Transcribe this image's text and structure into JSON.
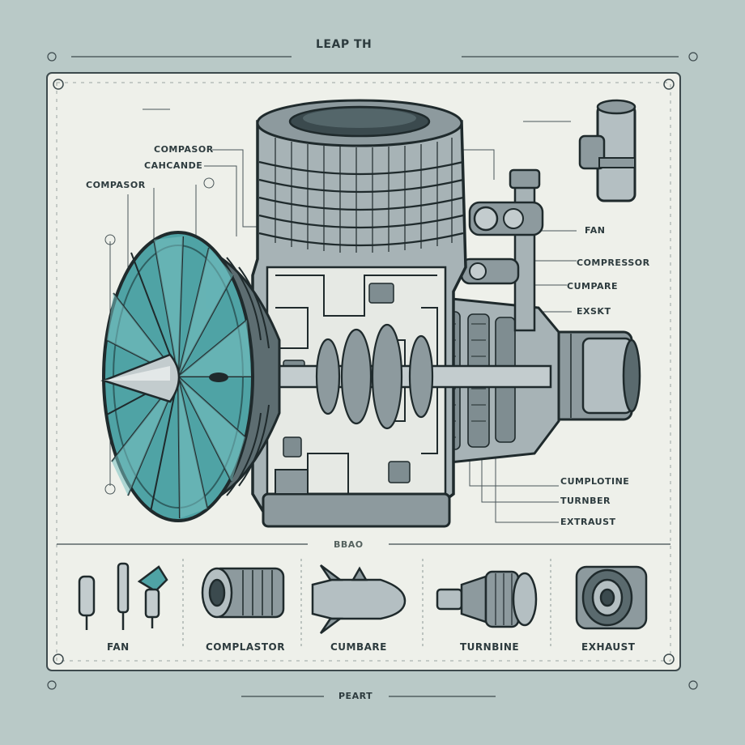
{
  "title": "LEAP TH",
  "footer": "PEART",
  "center_caption": "BBAO",
  "left_labels": [
    "COMPASOR",
    "CAHCANDE",
    "COMPASOR"
  ],
  "right_labels": [
    "FAN",
    "COMPRESSOR",
    "CUMPARE",
    "EXSKT",
    "CUMPLOTINE",
    "TURNBER",
    "EXTRAUST"
  ],
  "parts": [
    "FAN",
    "COMPLASTOR",
    "CUMBARE",
    "TURNBINE",
    "EXHAUST"
  ],
  "colors": {
    "background": "#b9c9c7",
    "panel": "#eef0ea",
    "line": "#2d3b3e",
    "teal": "#4fa3a5",
    "metal": "#8d9a9e"
  },
  "icons": [
    "fan-icon",
    "compressor-icon",
    "combustor-icon",
    "turbine-icon",
    "exhaust-icon",
    "pipe-fitting-icon"
  ]
}
